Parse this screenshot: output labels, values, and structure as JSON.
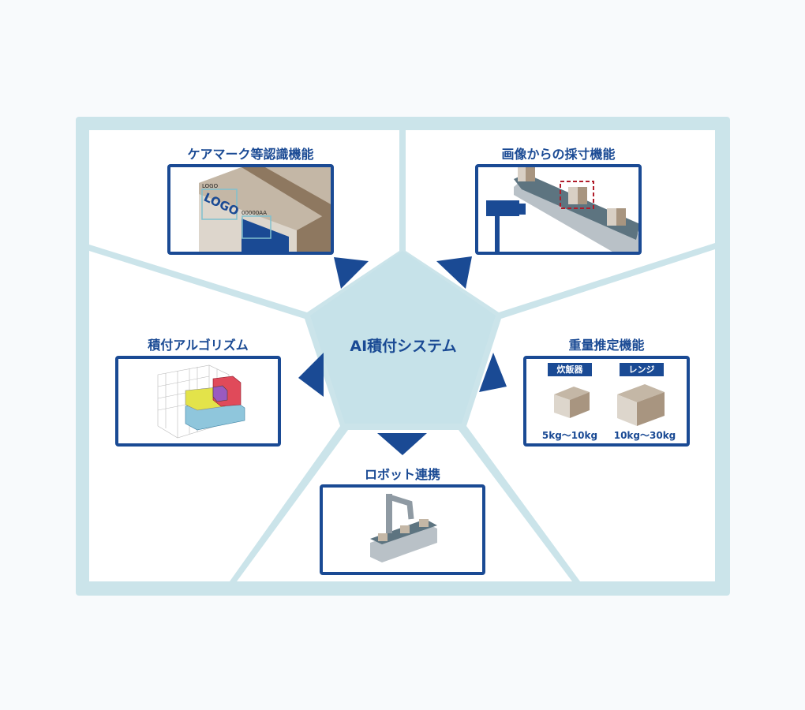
{
  "center": {
    "label": "AI積付システム"
  },
  "features": {
    "care_mark": {
      "title": "ケアマーク等認識機能",
      "logo_label": "LOGO",
      "logo_text": "LOGO",
      "code_label": "00000AA"
    },
    "measure": {
      "title": "画像からの採寸機能"
    },
    "algorithm": {
      "title": "積付アルゴリズム"
    },
    "weight": {
      "title": "重量推定機能",
      "items": [
        {
          "tag": "炊飯器",
          "range": "5kg～10kg"
        },
        {
          "tag": "レンジ",
          "range": "10kg～30kg"
        }
      ]
    },
    "robot": {
      "title": "ロボット連携"
    }
  },
  "colors": {
    "accent": "#1a4a94",
    "frame": "#cbe4ea",
    "pentagon": "#c6e2e9"
  }
}
